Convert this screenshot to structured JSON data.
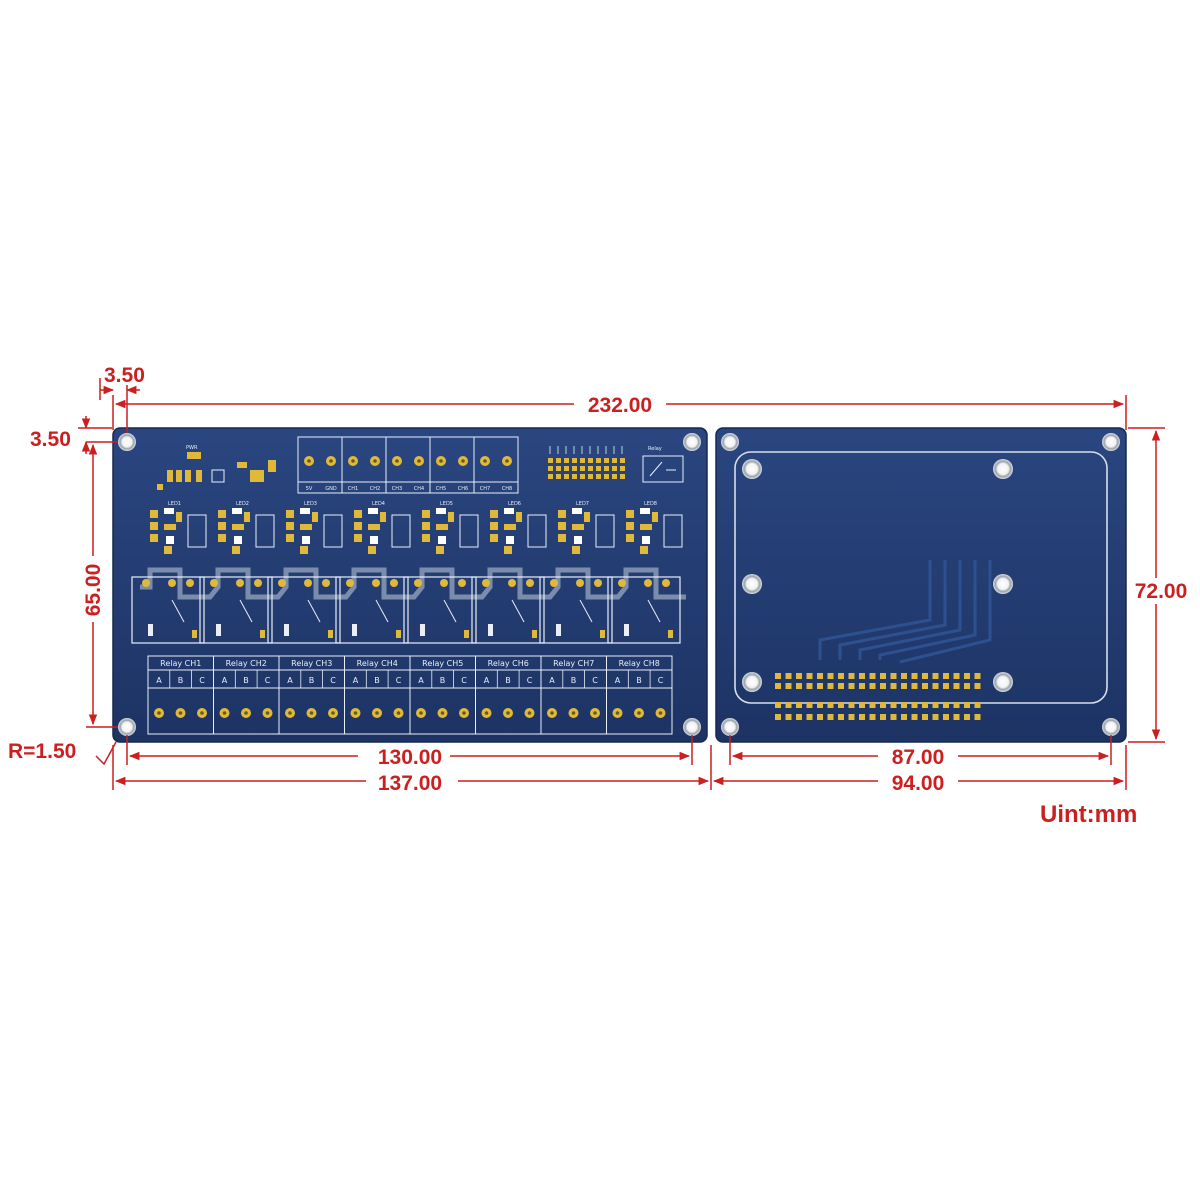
{
  "dimensions": {
    "total_width": "232.00",
    "relay_width": "137.00",
    "relay_hole_spacing": "130.00",
    "hat_width": "94.00",
    "hat_hole_spacing": "87.00",
    "board_height": "72.00",
    "hole_spacing_vertical": "65.00",
    "offset_x": "3.50",
    "offset_y": "3.50",
    "corner_radius": "R=1.50"
  },
  "unit_label": "Uint:mm",
  "relay_board": {
    "channel_labels": [
      "Relay CH1",
      "Relay CH2",
      "Relay CH3",
      "Relay CH4",
      "Relay CH5",
      "Relay CH6",
      "Relay CH7",
      "Relay CH8"
    ],
    "contact_labels": [
      "A",
      "B",
      "C"
    ],
    "terminal_labels": [
      "5V",
      "GND",
      "CH1",
      "CH2",
      "CH3",
      "CH4",
      "CH5",
      "CH6",
      "CH7",
      "CH8"
    ],
    "led_labels": [
      "LED1",
      "LED2",
      "LED3",
      "LED4",
      "LED5",
      "LED6",
      "LED7",
      "LED8"
    ],
    "power_label": "PWR",
    "relay_legend": "Relay"
  },
  "colors": {
    "pcb": "#213a6e",
    "dimension": "#cc1f1f",
    "silkscreen": "#e9eef8",
    "pad": "#e0b93a"
  }
}
